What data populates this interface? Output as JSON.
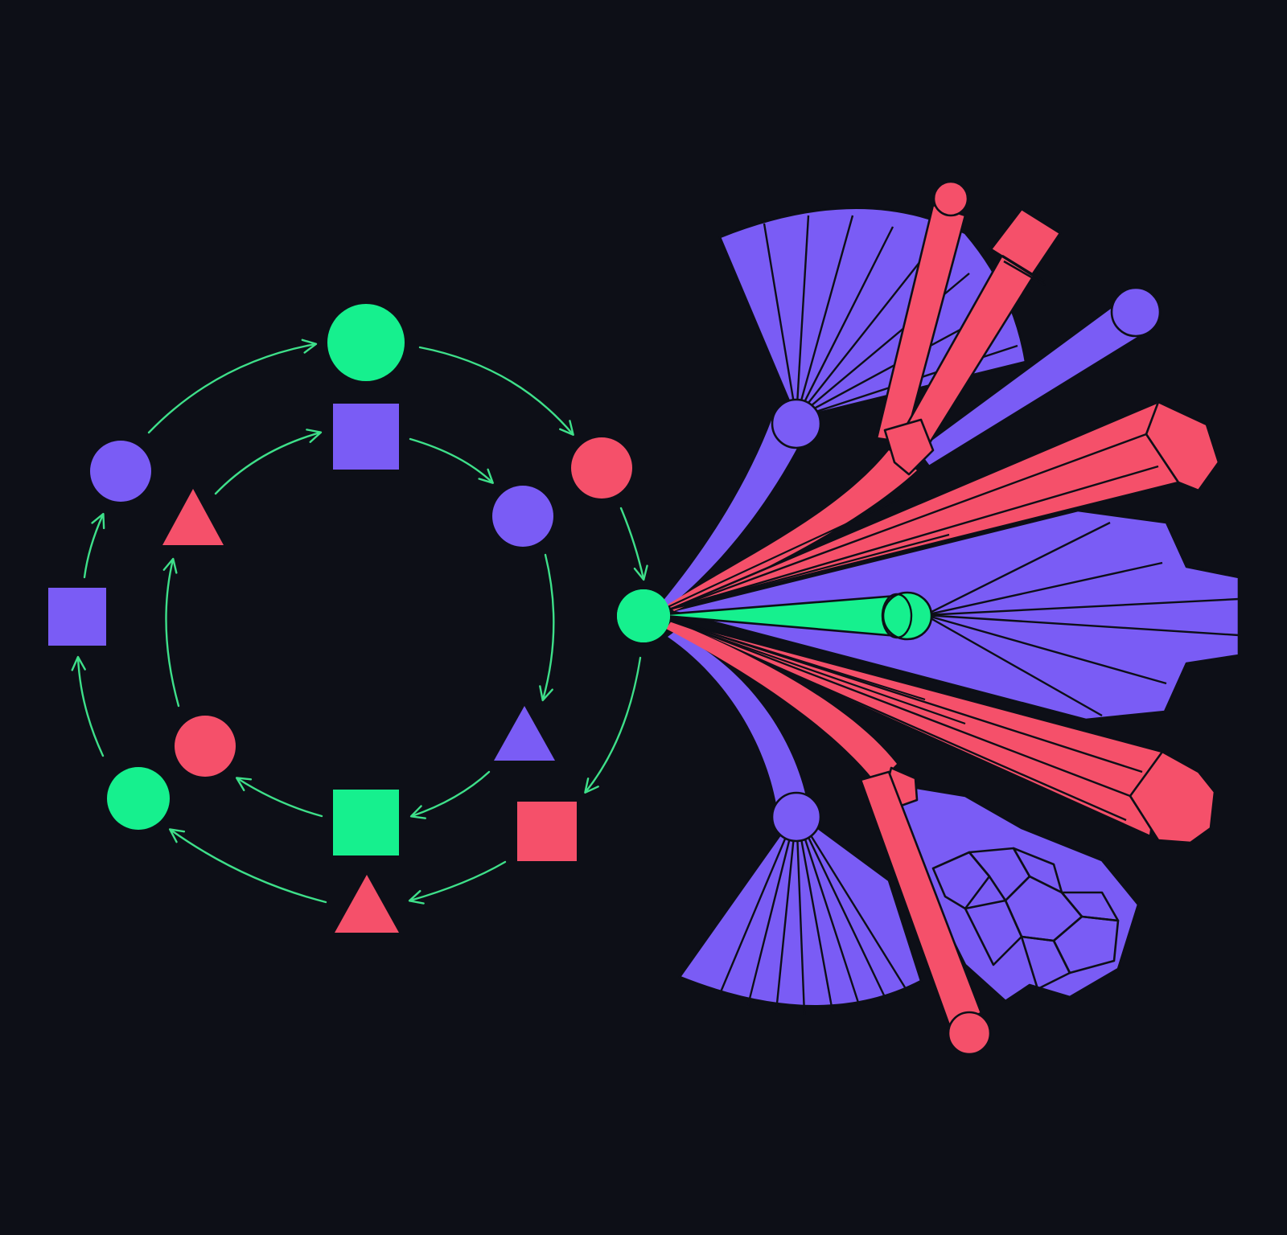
{
  "colors": {
    "background": "#0d0f17",
    "green": "#16f08e",
    "purple": "#7a5cf5",
    "red": "#f5506a",
    "arrow": "#3ee08a",
    "outline": "#0d0f17"
  },
  "cycle": {
    "outer_ring": [
      {
        "shape": "circle",
        "color": "green"
      },
      {
        "shape": "circle",
        "color": "red"
      },
      {
        "shape": "circle",
        "color": "green"
      },
      {
        "shape": "square",
        "color": "red"
      },
      {
        "shape": "triangle",
        "color": "red"
      },
      {
        "shape": "circle",
        "color": "green"
      },
      {
        "shape": "square",
        "color": "purple"
      },
      {
        "shape": "circle",
        "color": "purple"
      }
    ],
    "inner_ring": [
      {
        "shape": "square",
        "color": "purple"
      },
      {
        "shape": "circle",
        "color": "purple"
      },
      {
        "shape": "triangle",
        "color": "purple"
      },
      {
        "shape": "square",
        "color": "green"
      },
      {
        "shape": "circle",
        "color": "red"
      },
      {
        "shape": "triangle",
        "color": "red"
      }
    ],
    "direction": "clockwise"
  },
  "burst": {
    "hub": {
      "shape": "circle",
      "color": "green"
    },
    "branches": [
      {
        "kind": "fan",
        "color": "purple",
        "segments": 9
      },
      {
        "kind": "rod",
        "color": "red",
        "end_cap": "circle"
      },
      {
        "kind": "rod",
        "color": "red",
        "end_cap": "square"
      },
      {
        "kind": "rod",
        "color": "purple",
        "end_cap": "circle"
      },
      {
        "kind": "prism",
        "color": "red",
        "end_cap": "hexagon"
      },
      {
        "kind": "fan",
        "color": "purple",
        "segments": 6
      },
      {
        "kind": "rod",
        "color": "green",
        "end_cap": "circle"
      },
      {
        "kind": "prism",
        "color": "red",
        "end_cap": "octagon"
      },
      {
        "kind": "honeycomb",
        "color": "purple",
        "cells": 9
      },
      {
        "kind": "rod",
        "color": "red",
        "end_cap": "circle"
      },
      {
        "kind": "fan",
        "color": "purple",
        "segments": 9
      }
    ]
  }
}
